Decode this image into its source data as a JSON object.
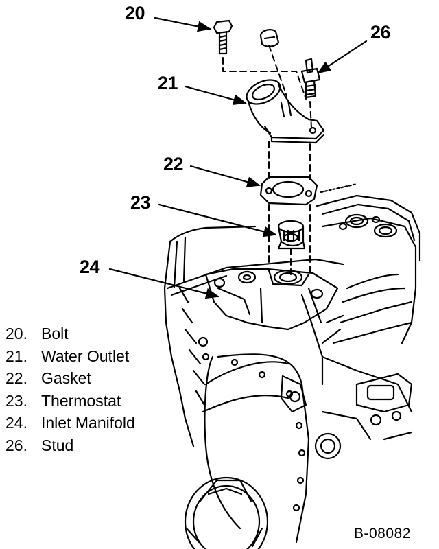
{
  "callouts": [
    {
      "id": "20",
      "label": "20"
    },
    {
      "id": "21",
      "label": "21"
    },
    {
      "id": "22",
      "label": "22"
    },
    {
      "id": "23",
      "label": "23"
    },
    {
      "id": "24",
      "label": "24"
    },
    {
      "id": "26",
      "label": "26"
    }
  ],
  "legend": [
    {
      "number": "20.",
      "part": "Bolt"
    },
    {
      "number": "21.",
      "part": "Water Outlet"
    },
    {
      "number": "22.",
      "part": "Gasket"
    },
    {
      "number": "23.",
      "part": "Thermostat"
    },
    {
      "number": "24.",
      "part": "Inlet Manifold"
    },
    {
      "number": "26.",
      "part": "Stud"
    }
  ],
  "figure_id": "B-08082"
}
